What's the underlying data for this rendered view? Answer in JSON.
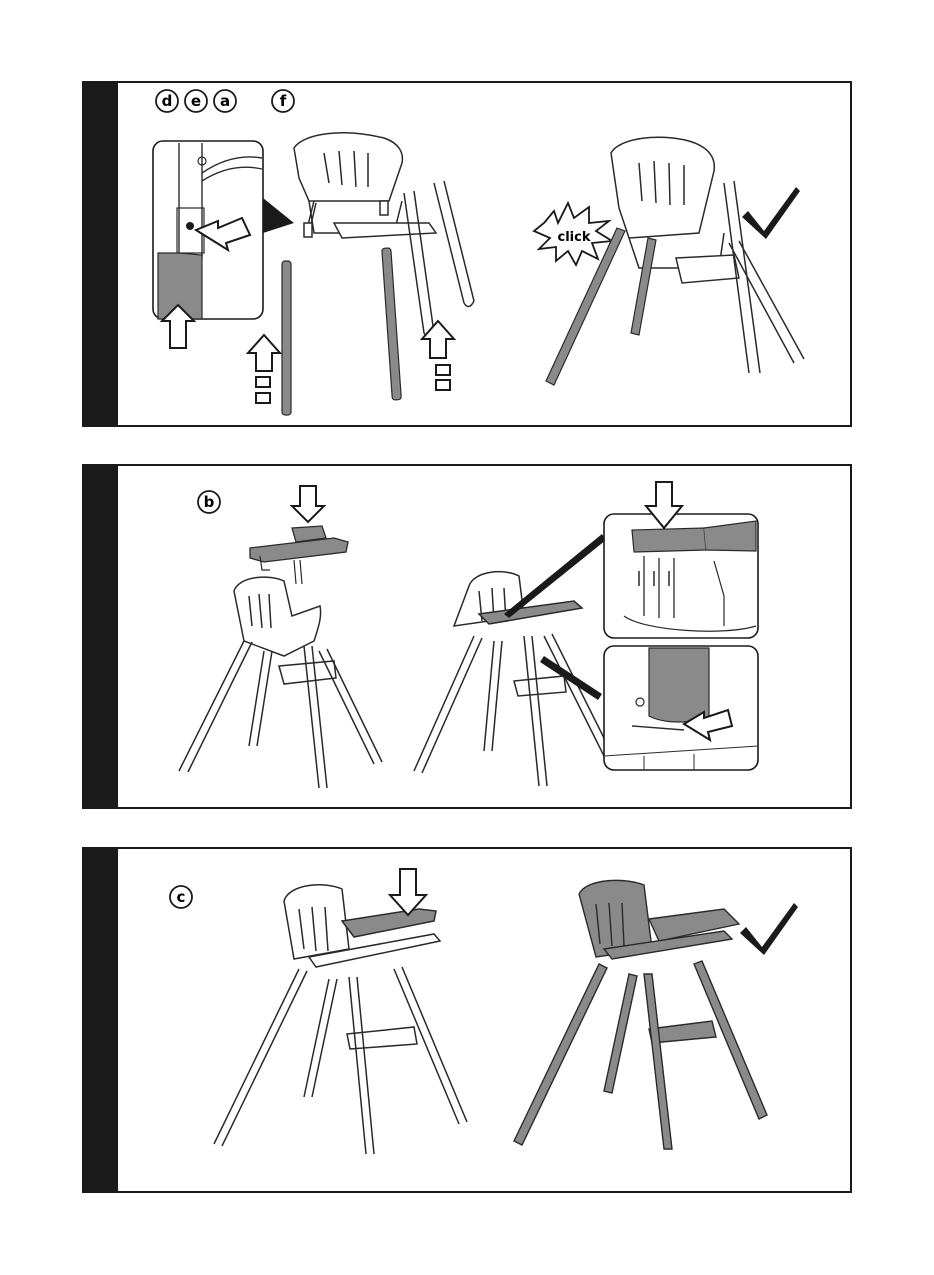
{
  "panels": [
    {
      "id": "step-1",
      "part_letters": [
        "d",
        "e",
        "a",
        "f"
      ],
      "sound_label": "click",
      "result": "check"
    },
    {
      "id": "step-2",
      "part_letters": [
        "b"
      ]
    },
    {
      "id": "step-3",
      "part_letters": [
        "c"
      ],
      "result": "check"
    }
  ],
  "colors": {
    "frame": "#1a1a1a",
    "highlight_gray": "#8a8a8a",
    "line": "#2a2a2a"
  },
  "icons": [
    "click-burst-icon",
    "checkmark-icon",
    "arrow-up-icon",
    "arrow-down-icon",
    "arrow-left-icon"
  ]
}
